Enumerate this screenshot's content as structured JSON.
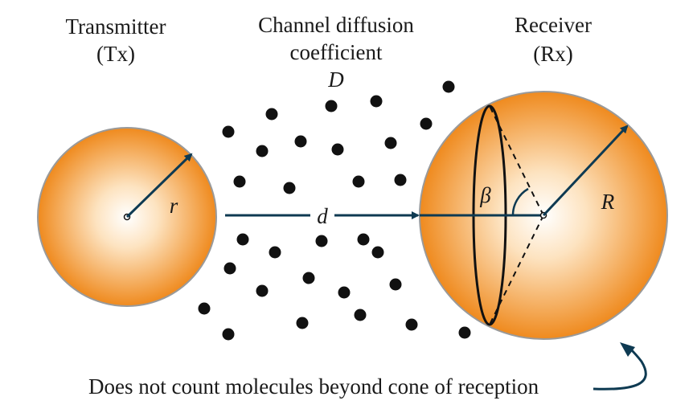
{
  "labels": {
    "tx_line1": "Transmitter",
    "tx_line2": "(Tx)",
    "channel_line1": "Channel diffusion",
    "channel_line2": "coefficient",
    "channel_symbol": "D",
    "rx_line1": "Receiver",
    "rx_line2": "(Rx)",
    "tx_radius_symbol": "r",
    "distance_symbol": "d",
    "angle_symbol": "β",
    "rx_radius_symbol": "R",
    "note": "Does not count molecules beyond cone of reception"
  },
  "colors": {
    "sphere_center": "#ffffff",
    "sphere_edge": "#ef8a1e",
    "sphere_outline": "#9a9a9a",
    "arrow": "#0e3a52",
    "molecule": "#111111",
    "text": "#1a1a1a"
  },
  "molecule_count": 31
}
